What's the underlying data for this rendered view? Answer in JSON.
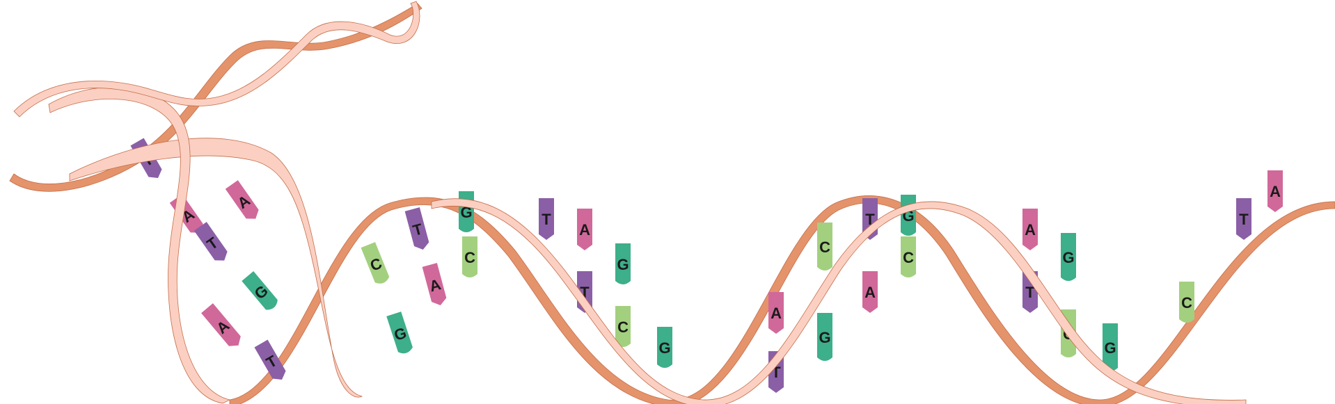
{
  "colors": {
    "back_strand": "#e4936b",
    "front_strand": "#fbd0c2",
    "strand_outline": "#c46d4a",
    "A": "#d1689a",
    "T": "#8b5fa6",
    "G": "#3daf8a",
    "C": "#a3d07f",
    "letter": "#1a1a1a"
  },
  "bases": [
    {
      "id": "b1",
      "letter": "T",
      "pair": "A"
    },
    {
      "id": "b2",
      "letter": "A",
      "pair": "T"
    },
    {
      "id": "b3",
      "letter": "A",
      "pair": "T"
    },
    {
      "id": "b4",
      "letter": "T",
      "pair": "A"
    },
    {
      "id": "b5",
      "letter": "G",
      "pair": "C"
    },
    {
      "id": "b6",
      "letter": "A",
      "pair": "T"
    },
    {
      "id": "b7",
      "letter": "T",
      "pair": "A"
    },
    {
      "id": "b8",
      "letter": "C",
      "pair": "G"
    },
    {
      "id": "b9",
      "letter": "G",
      "pair": "C"
    },
    {
      "id": "b10",
      "letter": "T",
      "pair": "A"
    },
    {
      "id": "b11",
      "letter": "A",
      "pair": "T"
    },
    {
      "id": "b12",
      "letter": "G",
      "pair": "C"
    },
    {
      "id": "b13",
      "letter": "C",
      "pair": "G"
    },
    {
      "id": "b14",
      "letter": "T",
      "pair": "A"
    },
    {
      "id": "b15",
      "letter": "A",
      "pair": "T"
    },
    {
      "id": "b16",
      "letter": "T",
      "pair": "A"
    },
    {
      "id": "b17",
      "letter": "G",
      "pair": "C"
    },
    {
      "id": "b18",
      "letter": "C",
      "pair": "G"
    },
    {
      "id": "b19",
      "letter": "G",
      "pair": "C"
    },
    {
      "id": "b20",
      "letter": "A",
      "pair": "T"
    },
    {
      "id": "b21",
      "letter": "T",
      "pair": "A"
    },
    {
      "id": "b22",
      "letter": "C",
      "pair": "G"
    },
    {
      "id": "b23",
      "letter": "G",
      "pair": "C"
    },
    {
      "id": "b24",
      "letter": "T",
      "pair": "A"
    },
    {
      "id": "b25",
      "letter": "A",
      "pair": "T"
    },
    {
      "id": "b26",
      "letter": "G",
      "pair": "C"
    },
    {
      "id": "b27",
      "letter": "C",
      "pair": "G"
    },
    {
      "id": "b28",
      "letter": "A",
      "pair": "T"
    },
    {
      "id": "b29",
      "letter": "T",
      "pair": "A"
    },
    {
      "id": "b30",
      "letter": "G",
      "pair": "C"
    },
    {
      "id": "b31",
      "letter": "C",
      "pair": "G"
    },
    {
      "id": "b32",
      "letter": "G",
      "pair": "C"
    },
    {
      "id": "b33",
      "letter": "C",
      "pair": "G"
    },
    {
      "id": "b34",
      "letter": "T",
      "pair": "A"
    },
    {
      "id": "b35",
      "letter": "A",
      "pair": "T"
    }
  ]
}
